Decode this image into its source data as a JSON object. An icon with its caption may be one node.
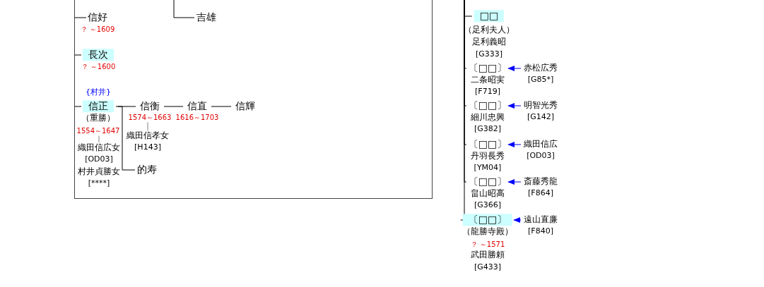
{
  "diagram": {
    "nodes": [
      {
        "text": [],
        "shape": "box"
      },
      {
        "text": [
          "信好"
        ],
        "beside": [
          "？ ～1609"
        ],
        "in": 0
      },
      {
        "text": [
          "長次"
        ],
        "beside": [
          "？ ～1600"
        ],
        "in": 0
      },
      {
        "text": [
          "{村井}",
          "信正",
          "（重勝）"
        ],
        "beside": [
          "1554～1647"
        ],
        "in": 0
      },
      {
        "text": [
          "織田信広女",
          "[OD03]"
        ],
        "in": 0
      },
      {
        "text": [
          "村井貞勝女",
          "[****]"
        ],
        "in": 0
      },
      {
        "text": [
          "信衡"
        ],
        "beside": [
          "1574～1663"
        ],
        "in": 0
      },
      {
        "text": [
          "織田信孝女",
          "[H143]"
        ],
        "in": 0
      },
      {
        "text": [
          "信直"
        ],
        "beside": [
          "1616～1703"
        ],
        "in": 0
      },
      {
        "text": [
          "信輝"
        ],
        "in": 0
      },
      {
        "text": [
          "的寿"
        ],
        "in": 0
      },
      {
        "text": [
          "吉雄"
        ],
        "in": 0
      },
      {
        "text": [
          "□□",
          "（足利夫人）"
        ]
      },
      {
        "text": [
          "足利義昭",
          "[G333]"
        ]
      },
      {
        "text": [
          "〔□□〕"
        ]
      },
      {
        "text": [
          "二条昭実",
          "[F719]"
        ]
      },
      {
        "text": [
          "赤松広秀",
          "[G85*]"
        ]
      },
      {
        "text": [
          "〔□□〕"
        ]
      },
      {
        "text": [
          "細川忠興",
          "[G382]"
        ]
      },
      {
        "text": [
          "明智光秀",
          "[G142]"
        ]
      },
      {
        "text": [
          "〔□□〕"
        ]
      },
      {
        "text": [
          "丹羽長秀",
          "[YM04]"
        ]
      },
      {
        "text": [
          "織田信広",
          "[OD03]"
        ]
      },
      {
        "text": [
          "〔□□〕"
        ]
      },
      {
        "text": [
          "畠山昭高",
          "[G366]"
        ]
      },
      {
        "text": [
          "斎藤秀龍",
          "[F864]"
        ]
      },
      {
        "text": [
          "〔□□〕",
          "（龍勝寺殿）"
        ],
        "beside": [
          "？ ～1571"
        ]
      },
      {
        "text": [
          "武田勝頼",
          "[G433]"
        ]
      },
      {
        "text": [
          "遠山直廉",
          "[F840]"
        ]
      }
    ],
    "edges": [
      {
        "from": null,
        "to": 1,
        "arrow": "none"
      },
      {
        "from": null,
        "to": 2,
        "arrow": "none"
      },
      {
        "from": null,
        "to": 3,
        "arrow": "none"
      },
      {
        "from": 3,
        "to": 4,
        "arrow": "none",
        "color": "#808080"
      },
      {
        "from": 3,
        "to": 6,
        "arrow": "none"
      },
      {
        "from": 3,
        "to": 10,
        "arrow": "none"
      },
      {
        "from": 6,
        "to": 7,
        "arrow": "none",
        "color": "#808080"
      },
      {
        "from": 6,
        "to": 8,
        "arrow": "none"
      },
      {
        "from": 8,
        "to": 9,
        "arrow": "none"
      },
      {
        "from": null,
        "to": 11,
        "arrow": "none"
      },
      {
        "from": null,
        "to": 12,
        "arrow": "none"
      },
      {
        "from": null,
        "to": 14,
        "arrow": "none"
      },
      {
        "from": 16,
        "to": 14,
        "arrow": "to",
        "color": "#0000ff"
      },
      {
        "from": null,
        "to": 17,
        "arrow": "none"
      },
      {
        "from": 19,
        "to": 17,
        "arrow": "to",
        "color": "#0000ff"
      },
      {
        "from": null,
        "to": 20,
        "arrow": "none"
      },
      {
        "from": 22,
        "to": 20,
        "arrow": "to",
        "color": "#0000ff"
      },
      {
        "from": null,
        "to": 23,
        "arrow": "none"
      },
      {
        "from": 25,
        "to": 23,
        "arrow": "to",
        "color": "#0000ff"
      },
      {
        "from": null,
        "to": 26,
        "arrow": "none"
      },
      {
        "from": 28,
        "to": 26,
        "arrow": "to",
        "color": "#0000ff"
      }
    ]
  }
}
